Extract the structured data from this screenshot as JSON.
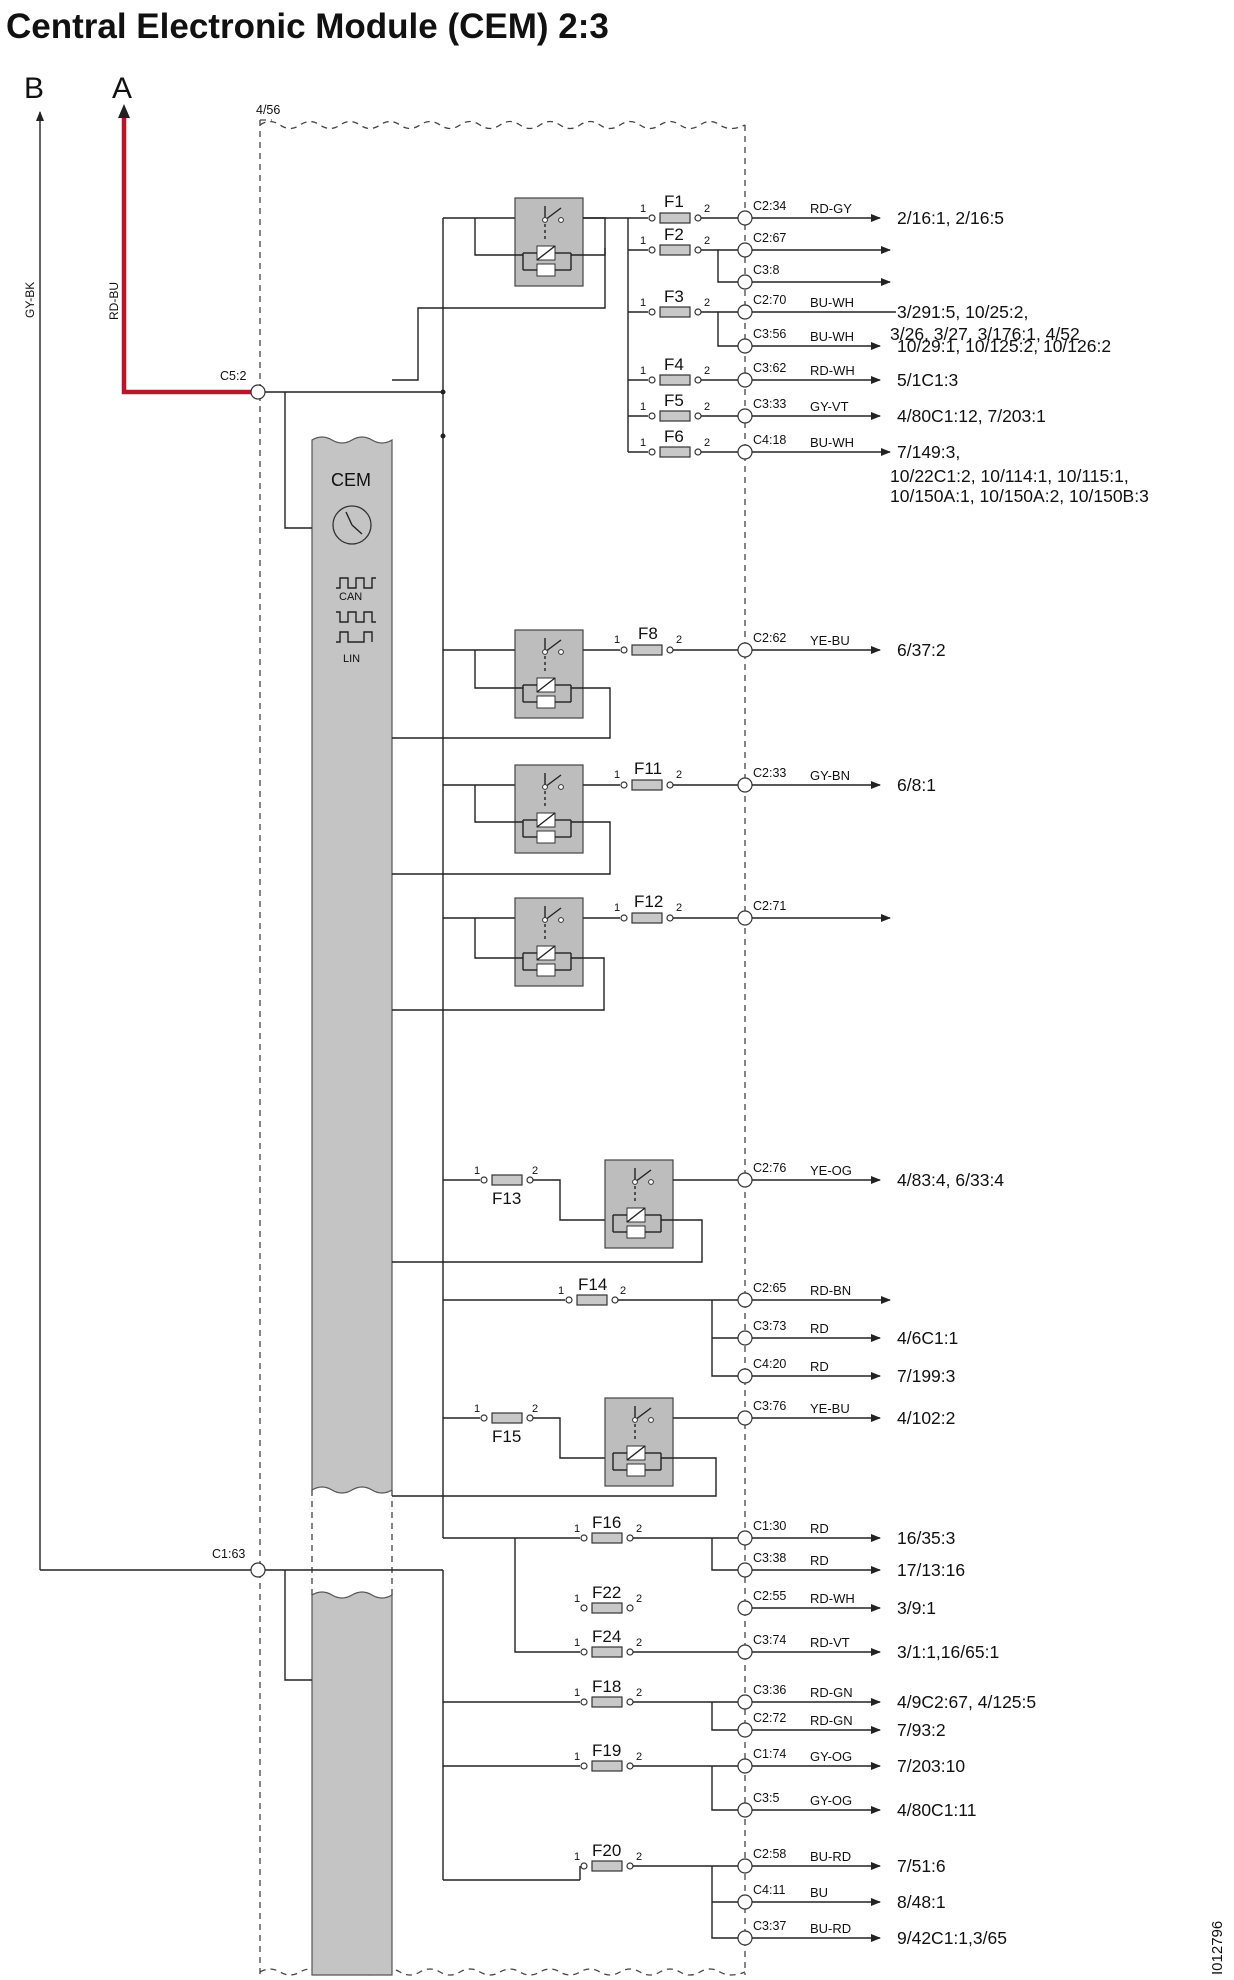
{
  "title": "Central Electronic Module (CEM) 2:3",
  "refs": {
    "b": "B",
    "a": "A",
    "box_ref": "4/56",
    "doc_id": "I012796"
  },
  "supply": {
    "gy_bk": "GY-BK",
    "rd_bu": "RD-BU",
    "c5_2": "C5:2",
    "c1_63": "C1:63"
  },
  "cem": {
    "label": "CEM",
    "can": "CAN",
    "lin": "LIN"
  },
  "fuses": {
    "F1": "F1",
    "F2": "F2",
    "F3": "F3",
    "F4": "F4",
    "F5": "F5",
    "F6": "F6",
    "F8": "F8",
    "F11": "F11",
    "F12": "F12",
    "F13": "F13",
    "F14": "F14",
    "F15": "F15",
    "F16": "F16",
    "F22": "F22",
    "F24": "F24",
    "F18": "F18",
    "F19": "F19",
    "F20": "F20"
  },
  "pins": {
    "p1": "1",
    "p2": "2"
  },
  "outputs": [
    {
      "conn": "C2:34",
      "wire": "RD-GY",
      "dest": "2/16:1, 2/16:5"
    },
    {
      "conn": "C2:67",
      "wire": "",
      "dest": ""
    },
    {
      "conn": "C3:8",
      "wire": "",
      "dest": ""
    },
    {
      "conn": "C2:70",
      "wire": "BU-WH",
      "dest": "3/291:5, 10/25:2,",
      "dest2": "3/26, 3/27, 3/176:1, 4/52"
    },
    {
      "conn": "C3:56",
      "wire": "BU-WH",
      "dest": "10/29:1, 10/125:2, 10/126:2"
    },
    {
      "conn": "C3:62",
      "wire": "RD-WH",
      "dest": "5/1C1:3"
    },
    {
      "conn": "C3:33",
      "wire": "GY-VT",
      "dest": "4/80C1:12, 7/203:1"
    },
    {
      "conn": "C4:18",
      "wire": "BU-WH",
      "dest": "7/149:3,",
      "dest2": "10/22C1:2, 10/114:1, 10/115:1,",
      "dest3": "10/150A:1, 10/150A:2, 10/150B:3"
    },
    {
      "conn": "C2:62",
      "wire": "YE-BU",
      "dest": "6/37:2"
    },
    {
      "conn": "C2:33",
      "wire": "GY-BN",
      "dest": "6/8:1"
    },
    {
      "conn": "C2:71",
      "wire": "",
      "dest": ""
    },
    {
      "conn": "C2:76",
      "wire": "YE-OG",
      "dest": "4/83:4, 6/33:4"
    },
    {
      "conn": "C2:65",
      "wire": "RD-BN",
      "dest": ""
    },
    {
      "conn": "C3:73",
      "wire": "RD",
      "dest": "4/6C1:1"
    },
    {
      "conn": "C4:20",
      "wire": "RD",
      "dest": "7/199:3"
    },
    {
      "conn": "C3:76",
      "wire": "YE-BU",
      "dest": "4/102:2"
    },
    {
      "conn": "C1:30",
      "wire": "RD",
      "dest": "16/35:3"
    },
    {
      "conn": "C3:38",
      "wire": "RD",
      "dest": "17/13:16"
    },
    {
      "conn": "C2:55",
      "wire": "RD-WH",
      "dest": "3/9:1"
    },
    {
      "conn": "C3:74",
      "wire": "RD-VT",
      "dest": "3/1:1,16/65:1"
    },
    {
      "conn": "C3:36",
      "wire": "RD-GN",
      "dest": "4/9C2:67, 4/125:5"
    },
    {
      "conn": "C2:72",
      "wire": "RD-GN",
      "dest": "7/93:2"
    },
    {
      "conn": "C1:74",
      "wire": "GY-OG",
      "dest": "7/203:10"
    },
    {
      "conn": "C3:5",
      "wire": "GY-OG",
      "dest": "4/80C1:11"
    },
    {
      "conn": "C2:58",
      "wire": "BU-RD",
      "dest": "7/51:6"
    },
    {
      "conn": "C4:11",
      "wire": "BU",
      "dest": "8/48:1"
    },
    {
      "conn": "C3:37",
      "wire": "BU-RD",
      "dest": "9/42C1:1,3/65"
    }
  ],
  "colors": {
    "supply_red": "#b5172b",
    "module_gray": "#c4c4c4",
    "relay_gray": "#bdbdbd"
  }
}
